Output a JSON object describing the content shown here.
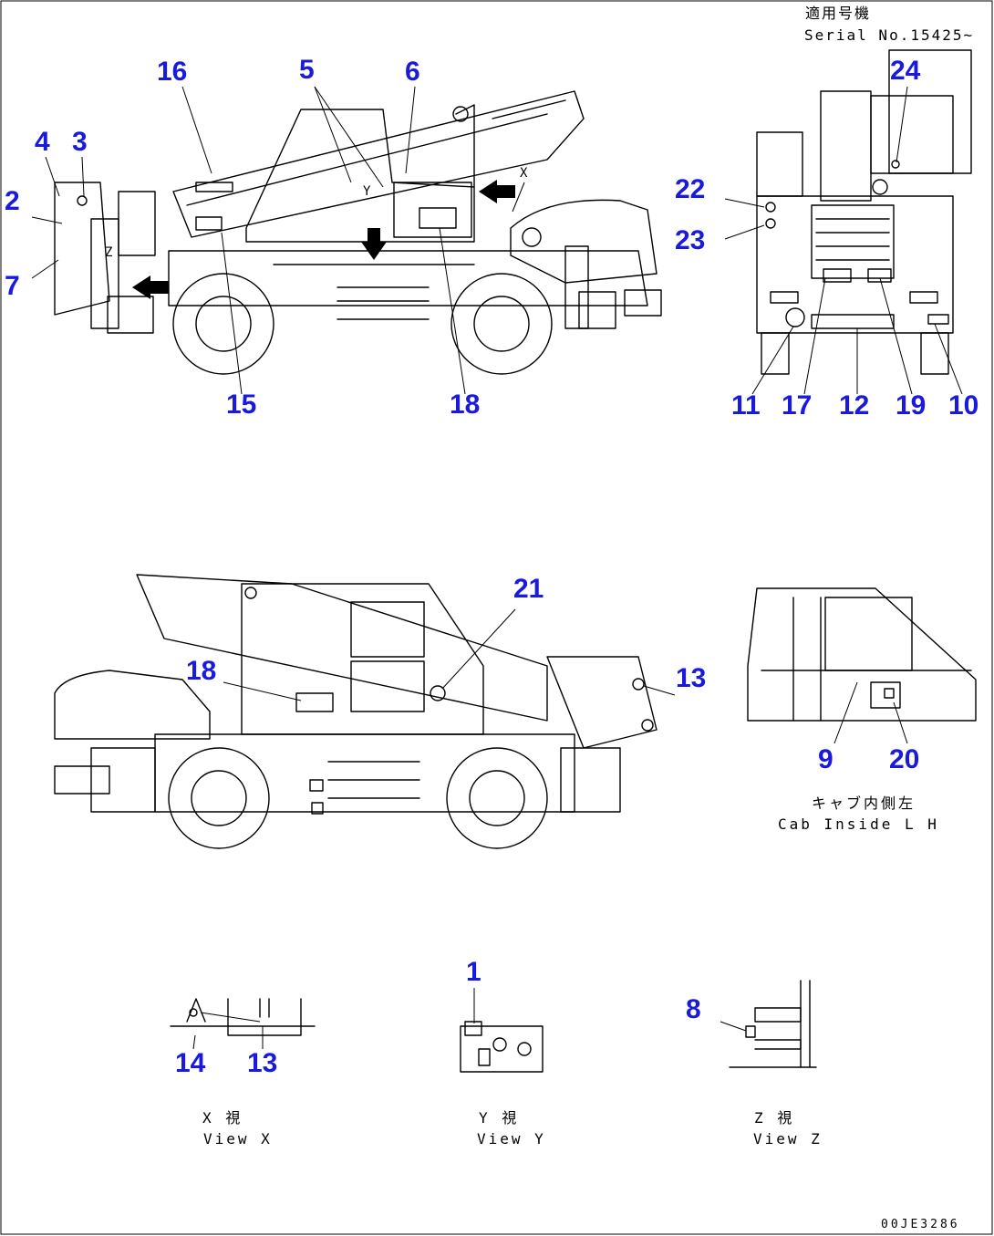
{
  "header": {
    "title_jp": "適用号機",
    "serial": "Serial No.15425~"
  },
  "callouts": {
    "c1": "1",
    "c2": "2",
    "c3": "3",
    "c4": "4",
    "c5": "5",
    "c6": "6",
    "c7a": "7",
    "c8": "8",
    "c9": "9",
    "c10": "10",
    "c11": "11",
    "c12": "12",
    "c13a": "13",
    "c13b": "13",
    "c14": "14",
    "c15": "15",
    "c16": "16",
    "c17": "17",
    "c18a": "18",
    "c18b": "18",
    "c19": "19",
    "c20": "20",
    "c21": "21",
    "c22": "22",
    "c23": "23",
    "c24": "24"
  },
  "drawing_marks": {
    "x_mark": "X",
    "y_mark": "Y",
    "z_mark": "Z"
  },
  "captions": {
    "cab_jp": "キャブ内側左",
    "cab_en": "Cab Inside L H",
    "view_x_jp": "X 視",
    "view_x_en": "View X",
    "view_y_jp": "Y 視",
    "view_y_en": "View Y",
    "view_z_jp": "Z 視",
    "view_z_en": "View Z"
  },
  "drawing_code": "00JE3286",
  "colors": {
    "callout": "#1a1adc",
    "line": "#000000",
    "background": "#ffffff"
  }
}
